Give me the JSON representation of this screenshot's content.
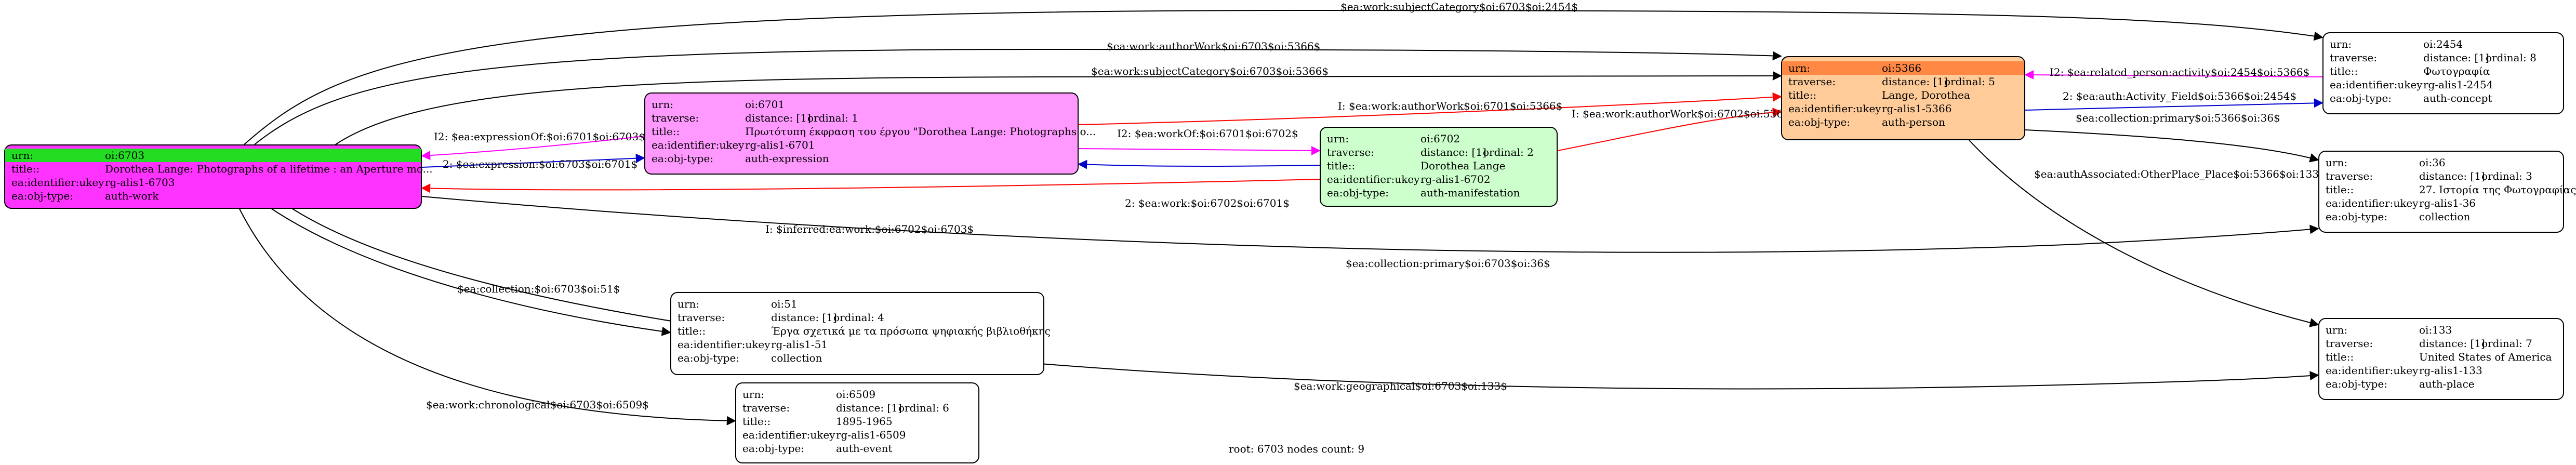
{
  "graph": {
    "footer": "root: 6703 nodes count: 9",
    "colors": {
      "root_fill": "#ff33ff",
      "root_header": "#22dd22",
      "expression_fill": "#ff99ff",
      "person_fill": "#ffcc99",
      "person_header": "#ff8844",
      "manifestation_fill": "#ccffcc",
      "default_fill": "#ffffff",
      "edge_black": "#000000",
      "edge_red": "#ff0000",
      "edge_blue": "#0000cc",
      "edge_magenta": "#ff00ff"
    },
    "nodes": {
      "n6703": {
        "urn_key": "urn:",
        "urn": "oi:6703",
        "title_key": "title::",
        "title": "Dorothea Lange: Photographs of a lifetime : an Aperture mo...",
        "ukey_key": "ea:identifier:ukey",
        "ukey": "rg-alis1-6703",
        "type_key": "ea:obj-type:",
        "type": "auth-work"
      },
      "n6701": {
        "urn_key": "urn:",
        "urn": "oi:6701",
        "traverse_key": "traverse:",
        "distance": "distance: [1]",
        "ordinal": "ordinal: 1",
        "title_key": "title::",
        "title": "Πρωτότυπη έκφραση του έργου \"Dorothea Lange: Photographs o...",
        "ukey_key": "ea:identifier:ukey",
        "ukey": "rg-alis1-6701",
        "type_key": "ea:obj-type:",
        "type": "auth-expression"
      },
      "n6702": {
        "urn_key": "urn:",
        "urn": "oi:6702",
        "traverse_key": "traverse:",
        "distance": "distance: [1]",
        "ordinal": "ordinal: 2",
        "title_key": "title::",
        "title": "Dorothea Lange",
        "ukey_key": "ea:identifier:ukey",
        "ukey": "rg-alis1-6702",
        "type_key": "ea:obj-type:",
        "type": "auth-manifestation"
      },
      "n5366": {
        "urn_key": "urn:",
        "urn": "oi:5366",
        "traverse_key": "traverse:",
        "distance": "distance: [1]",
        "ordinal": "ordinal: 5",
        "title_key": "title::",
        "title": "Lange, Dorothea",
        "ukey_key": "ea:identifier:ukey",
        "ukey": "rg-alis1-5366",
        "type_key": "ea:obj-type:",
        "type": "auth-person"
      },
      "n2454": {
        "urn_key": "urn:",
        "urn": "oi:2454",
        "traverse_key": "traverse:",
        "distance": "distance: [1]",
        "ordinal": "ordinal: 8",
        "title_key": "title::",
        "title": "Φωτογραφία",
        "ukey_key": "ea:identifier:ukey",
        "ukey": "rg-alis1-2454",
        "type_key": "ea:obj-type:",
        "type": "auth-concept"
      },
      "n36": {
        "urn_key": "urn:",
        "urn": "oi:36",
        "traverse_key": "traverse:",
        "distance": "distance: [1]",
        "ordinal": "ordinal: 3",
        "title_key": "title::",
        "title": "27. Ιστορία της Φωτογραφίας",
        "ukey_key": "ea:identifier:ukey",
        "ukey": "rg-alis1-36",
        "type_key": "ea:obj-type:",
        "type": "collection"
      },
      "n133": {
        "urn_key": "urn:",
        "urn": "oi:133",
        "traverse_key": "traverse:",
        "distance": "distance: [1]",
        "ordinal": "ordinal: 7",
        "title_key": "title::",
        "title": "United States of America",
        "ukey_key": "ea:identifier:ukey",
        "ukey": "rg-alis1-133",
        "type_key": "ea:obj-type:",
        "type": "auth-place"
      },
      "n51": {
        "urn_key": "urn:",
        "urn": "oi:51",
        "traverse_key": "traverse:",
        "distance": "distance: [1]",
        "ordinal": "ordinal: 4",
        "title_key": "title::",
        "title": "Έργα σχετικά με τα πρόσωπα ψηφιακής βιβλιοθήκης",
        "ukey_key": "ea:identifier:ukey",
        "ukey": "rg-alis1-51",
        "type_key": "ea:obj-type:",
        "type": "collection"
      },
      "n6509": {
        "urn_key": "urn:",
        "urn": "oi:6509",
        "traverse_key": "traverse:",
        "distance": "distance: [1]",
        "ordinal": "ordinal: 6",
        "title_key": "title::",
        "title": "1895-1965",
        "ukey_key": "ea:identifier:ukey",
        "ukey": "rg-alis1-6509",
        "type_key": "ea:obj-type:",
        "type": "auth-event"
      }
    },
    "edges": [
      {
        "from": "n6703",
        "to": "n2454",
        "color": "#000000",
        "label": "$ea:work:subjectCategory$oi:6703$oi:2454$"
      },
      {
        "from": "n6703",
        "to": "n5366",
        "color": "#000000",
        "label": "$ea:work:authorWork$oi:6703$oi:5366$"
      },
      {
        "from": "n6703",
        "to": "n5366",
        "color": "#000000",
        "label": "$ea:work:subjectCategory$oi:6703$oi:5366$"
      },
      {
        "from": "n6701",
        "to": "n6703",
        "color": "#ff00ff",
        "label": "I2: $ea:expressionOf:$oi:6701$oi:6703$"
      },
      {
        "from": "n6703",
        "to": "n6701",
        "color": "#0000cc",
        "label": "2: $ea:expression:$oi:6703$oi:6701$"
      },
      {
        "from": "n6702",
        "to": "n6703",
        "color": "#ff0000",
        "label": "I: $inferred:ea:work:$oi:6702$oi:6703$"
      },
      {
        "from": "n6701",
        "to": "n5366",
        "color": "#ff0000",
        "label": "I: $ea:work:authorWork$oi:6701$oi:5366$"
      },
      {
        "from": "n6701",
        "to": "n6702",
        "color": "#ff00ff",
        "label": "I2: $ea:workOf:$oi:6701$oi:6702$"
      },
      {
        "from": "n6702",
        "to": "n6701",
        "color": "#0000cc",
        "label": "2: $ea:work:$oi:6702$oi:6701$"
      },
      {
        "from": "n6702",
        "to": "n5366",
        "color": "#ff0000",
        "label": "I: $ea:work:authorWork$oi:6702$oi:5366$"
      },
      {
        "from": "n2454",
        "to": "n5366",
        "color": "#ff00ff",
        "label": "I2: $ea:related_person:activity$oi:2454$oi:5366$"
      },
      {
        "from": "n5366",
        "to": "n2454",
        "color": "#0000cc",
        "label": "2: $ea:auth:Activity_Field$oi:5366$oi:2454$"
      },
      {
        "from": "n5366",
        "to": "n36",
        "color": "#000000",
        "label": "$ea:collection:primary$oi:5366$oi:36$"
      },
      {
        "from": "n5366",
        "to": "n133",
        "color": "#000000",
        "label": "$ea:authAssociated:OtherPlace_Place$oi:5366$oi:133$"
      },
      {
        "from": "n6703",
        "to": "n36",
        "color": "#000000",
        "label": "$ea:collection:primary$oi:6703$oi:36$"
      },
      {
        "from": "n6703",
        "to": "n51",
        "color": "#000000",
        "label": "$ea:collection:$oi:6703$oi:51$"
      },
      {
        "from": "n6703",
        "to": "n133",
        "color": "#000000",
        "label": "$ea:work:geographical$oi:6703$oi:133$"
      },
      {
        "from": "n6703",
        "to": "n6509",
        "color": "#000000",
        "label": "$ea:work:chronological$oi:6703$oi:6509$"
      }
    ]
  }
}
